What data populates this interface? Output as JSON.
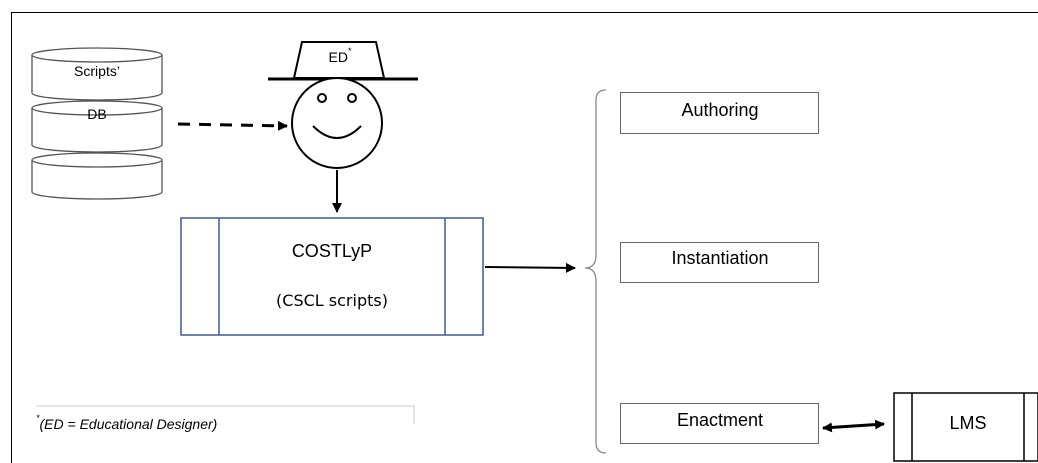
{
  "database": {
    "line1": "Scripts’",
    "line2": "DB"
  },
  "designer": {
    "label": "ED",
    "marker": "*"
  },
  "tool": {
    "name": "COSTLyP",
    "subtitle": "(CSCL scripts)"
  },
  "phases": {
    "authoring": "Authoring",
    "instantiation": "Instantiation",
    "enactment": "Enactment"
  },
  "lms": {
    "label": "LMS"
  },
  "footnote": {
    "marker": "*",
    "text": "(ED = Educational Designer)"
  },
  "colors": {
    "tool_border": "#3f5a9a",
    "stroke": "#000000"
  }
}
